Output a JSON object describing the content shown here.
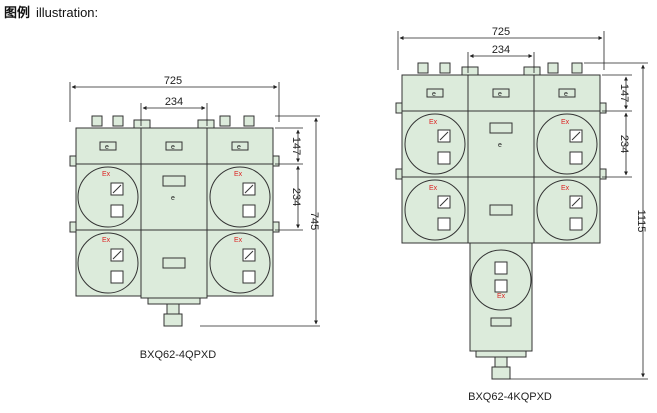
{
  "header": {
    "title_zh": "图例",
    "title_en": "illustration:"
  },
  "colors": {
    "panel": "#dcebdb",
    "line": "#333333",
    "ex_mark": "#dd2222"
  },
  "marks": {
    "ex": "Ex",
    "e": "e"
  },
  "left_diagram": {
    "caption": "BXQ62-4QPXD",
    "dims": {
      "width": "725",
      "inner": "234",
      "top": "147",
      "mid": "234",
      "height": "745"
    }
  },
  "right_diagram": {
    "caption": "BXQ62-4KQPXD",
    "dims": {
      "width": "725",
      "inner": "234",
      "top": "147",
      "mid": "234",
      "height": "1115"
    }
  }
}
